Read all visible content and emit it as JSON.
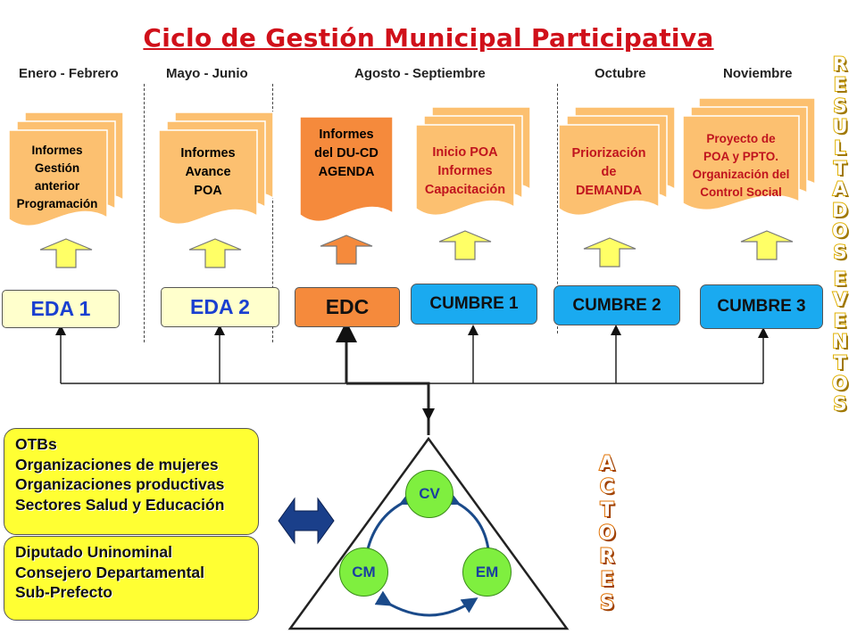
{
  "title": "Ciclo de Gestión Municipal Participativa",
  "months": [
    "Enero - Febrero",
    "Mayo - Junio",
    "Agosto - Septiembre",
    "Octubre",
    "Noviembre"
  ],
  "documents": [
    {
      "lines": [
        "Informes",
        "Gestión",
        "anterior",
        "Programación"
      ],
      "color": "#fcc070",
      "text_color": "#222222"
    },
    {
      "lines": [
        "Informes",
        "Avance",
        "POA"
      ],
      "color": "#fcc070",
      "text_color": "#222222"
    },
    {
      "lines": [
        "Informes",
        "del DU-CD",
        "AGENDA"
      ],
      "color": "#f58a3c",
      "text_color": "#222222"
    },
    {
      "lines": [
        "Inicio POA",
        "Informes",
        "Capacitación"
      ],
      "color": "#fcc070",
      "text_color": "#c0141e"
    },
    {
      "lines": [
        "Priorización",
        "de",
        "DEMANDA"
      ],
      "color": "#fcc070",
      "text_color": "#c0141e"
    },
    {
      "lines": [
        "Proyecto de",
        "POA y PPTO.",
        "Organización del",
        "Control Social"
      ],
      "color": "#fcc070",
      "text_color": "#c0141e"
    }
  ],
  "events": [
    {
      "label": "EDA 1",
      "fill": "#ffffcc",
      "text_color": "#1a3fd0"
    },
    {
      "label": "EDA 2",
      "fill": "#ffffcc",
      "text_color": "#1a3fd0"
    },
    {
      "label": "EDC",
      "fill": "#f58a3c",
      "text_color": "#111111"
    },
    {
      "label": "CUMBRE 1",
      "fill": "#1aaaf0",
      "text_color": "#111111"
    },
    {
      "label": "CUMBRE 2",
      "fill": "#1aaaf0",
      "text_color": "#111111"
    },
    {
      "label": "CUMBRE 3",
      "fill": "#1aaaf0",
      "text_color": "#111111"
    }
  ],
  "side_words": {
    "resultados": [
      "R",
      "E",
      "S",
      "U",
      "L",
      "T",
      "A",
      "D",
      "O",
      "S"
    ],
    "eventos": [
      "E",
      "V",
      "E",
      "N",
      "T",
      "O",
      "S"
    ],
    "actores": [
      "A",
      "C",
      "T",
      "O",
      "R",
      "E",
      "S"
    ]
  },
  "groups_top": [
    "OTBs",
    "Organizaciones de mujeres",
    "Organizaciones productivas",
    "Sectores Salud y Educación"
  ],
  "groups_bottom": [
    "Diputado Uninominal",
    "Consejero Departamental",
    "Sub-Prefecto"
  ],
  "triangle_nodes": {
    "top": "CV",
    "left": "CM",
    "right": "EM"
  },
  "colors": {
    "title": "#d0101a",
    "arrow_yellow": "#ffff66",
    "arrow_orange": "#f58a3c",
    "node_fill": "#7fef3f",
    "node_text": "#1a3fa0",
    "link_blue": "#1a4a8a"
  }
}
